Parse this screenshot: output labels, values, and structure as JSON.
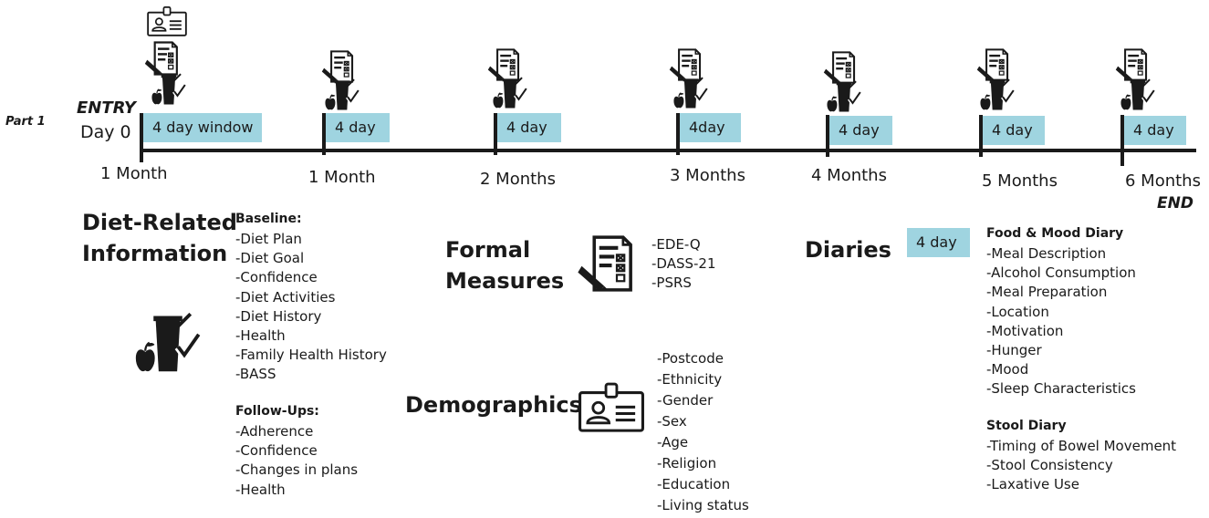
{
  "part_label": "Part 1",
  "entry": {
    "label": "ENTRY",
    "day": "Day 0"
  },
  "end_label": "END",
  "timeline": [
    {
      "window": "4 day window",
      "month": "1 Month"
    },
    {
      "window": "4 day",
      "month": "1 Month"
    },
    {
      "window": "4 day",
      "month": "2 Months"
    },
    {
      "window": "4day",
      "month": "3 Months"
    },
    {
      "window": "4 day",
      "month": "4 Months"
    },
    {
      "window": "4 day",
      "month": "5 Months"
    },
    {
      "window": "4  day",
      "month": "6 Months"
    }
  ],
  "diet": {
    "title_line1": "Diet-Related",
    "title_line2": "Information",
    "baseline_label": "Baseline:",
    "baseline_items": [
      "-Diet Plan",
      "-Diet Goal",
      "-Confidence",
      "-Diet Activities",
      "-Diet History",
      "-Health",
      "-Family Health History",
      "-BASS"
    ],
    "followups_label": "Follow-Ups:",
    "followup_items": [
      "-Adherence",
      "-Confidence",
      "-Changes in plans",
      "-Health"
    ]
  },
  "formal": {
    "title_line1": "Formal",
    "title_line2": "Measures",
    "items": [
      "-EDE-Q",
      "-DASS-21",
      "-PSRS"
    ]
  },
  "demographics": {
    "title": "Demographics",
    "items": [
      "-Postcode",
      "-Ethnicity",
      "-Gender",
      "-Sex",
      "-Age",
      "-Religion",
      "-Education",
      "-Living status"
    ]
  },
  "diaries": {
    "title": "Diaries",
    "window": "4 day",
    "food_label": "Food & Mood Diary",
    "food_items": [
      "-Meal Description",
      "-Alcohol Consumption",
      "-Meal Preparation",
      "-Location",
      "-Motivation",
      "-Hunger",
      "-Mood",
      "-Sleep Characteristics"
    ],
    "stool_label": "Stool Diary",
    "stool_items": [
      "-Timing of Bowel Movement",
      "-Stool Consistency",
      "-Laxative Use"
    ]
  },
  "colors": {
    "window_fill": "#9fd4e0",
    "line": "#1a1a1a"
  },
  "icons": [
    "id-card-icon",
    "questionnaire-icon",
    "diet-icon"
  ]
}
